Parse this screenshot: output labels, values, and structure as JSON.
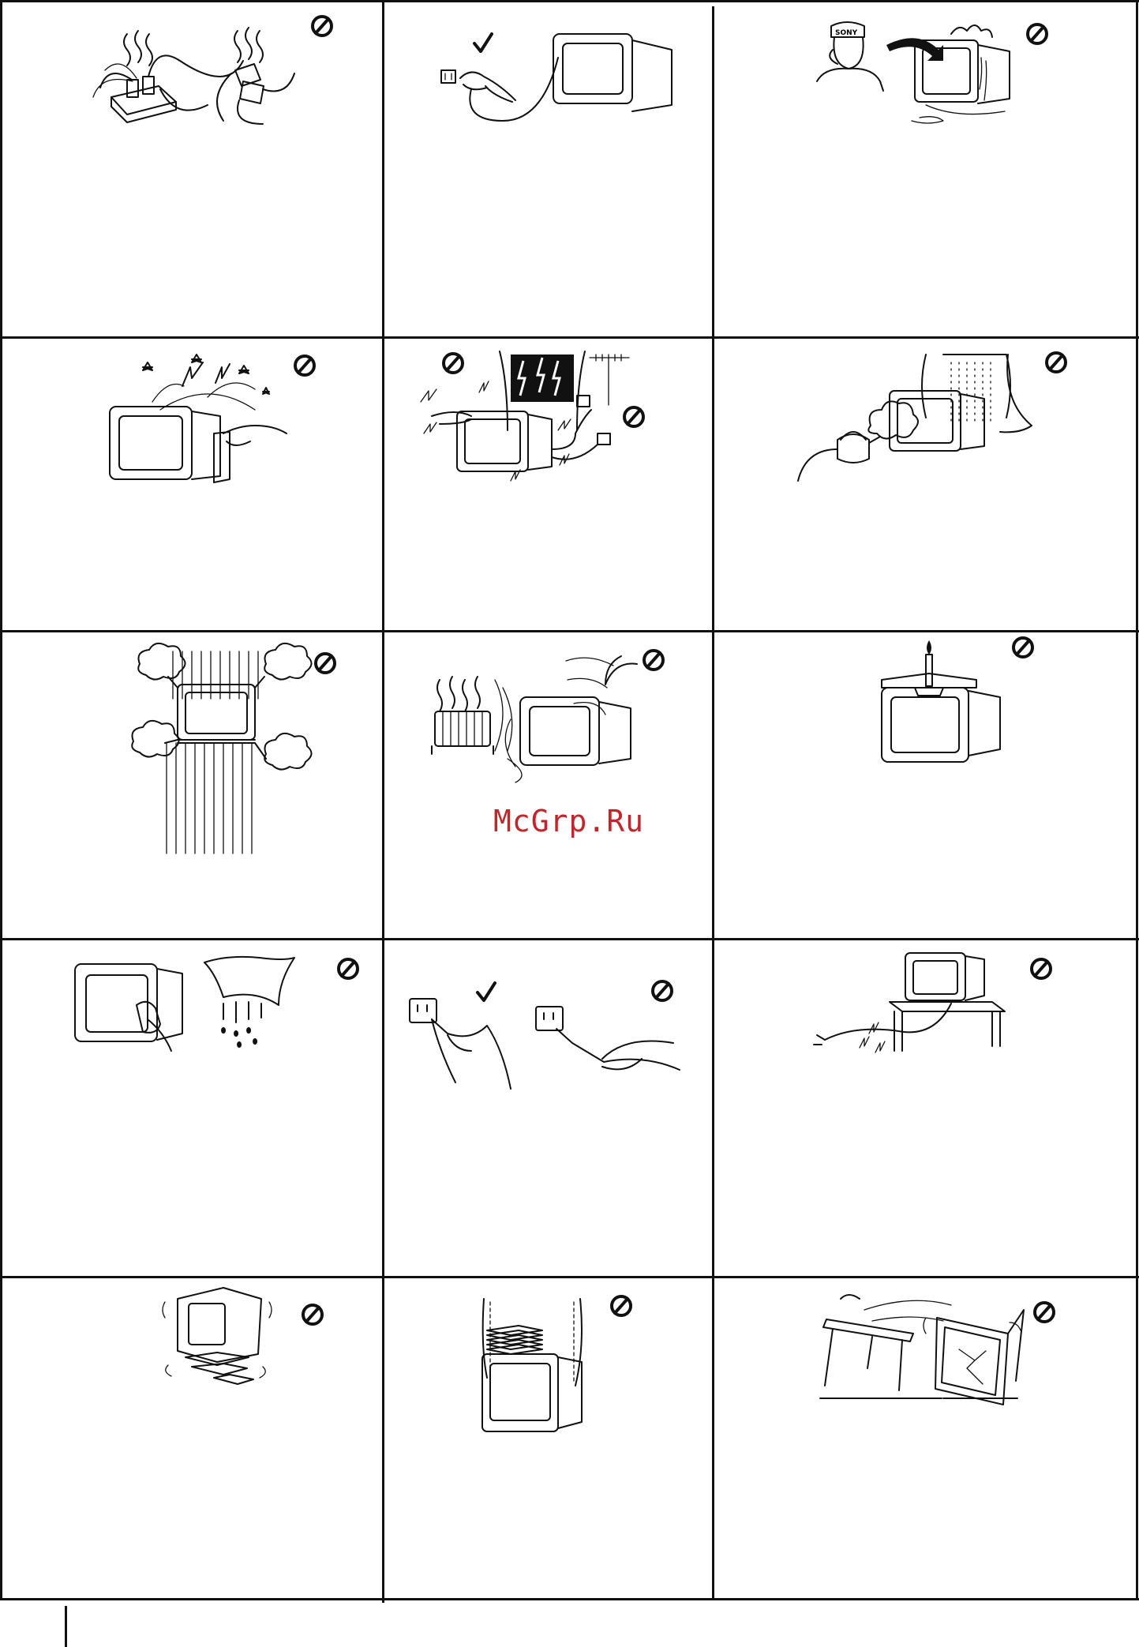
{
  "page": {
    "watermark": "McGrp.Ru",
    "watermark_color": "#c0272d"
  },
  "illustrations": [
    {
      "row": 1,
      "col": 1,
      "subject": "overloaded-outlet",
      "symbol": "prohibited"
    },
    {
      "row": 1,
      "col": 2,
      "subject": "unplug-from-outlet",
      "symbol": "allowed"
    },
    {
      "row": 1,
      "col": 3,
      "subject": "call-service-technician",
      "symbol": "prohibited",
      "label": "SONY"
    },
    {
      "row": 2,
      "col": 1,
      "subject": "do-not-open-cabinet",
      "symbol": "prohibited"
    },
    {
      "row": 2,
      "col": 2,
      "subject": "lightning-storm",
      "symbol": "prohibited"
    },
    {
      "row": 2,
      "col": 3,
      "subject": "humidity-and-steam",
      "symbol": "prohibited"
    },
    {
      "row": 3,
      "col": 1,
      "subject": "blocked-ventilation",
      "symbol": "prohibited"
    },
    {
      "row": 3,
      "col": 2,
      "subject": "heat-and-sunlight",
      "symbol": "prohibited"
    },
    {
      "row": 3,
      "col": 3,
      "subject": "candle-on-top",
      "symbol": "prohibited"
    },
    {
      "row": 4,
      "col": 1,
      "subject": "wet-cloth-cleaning",
      "symbol": "prohibited"
    },
    {
      "row": 4,
      "col": 2,
      "subject": "pull-by-plug-not-cord",
      "symbol": "prohibited"
    },
    {
      "row": 4,
      "col": 3,
      "subject": "damaged-power-cord",
      "symbol": "prohibited"
    },
    {
      "row": 5,
      "col": 1,
      "subject": "unstable-surface",
      "symbol": "prohibited"
    },
    {
      "row": 5,
      "col": 2,
      "subject": "objects-on-top",
      "symbol": "prohibited"
    },
    {
      "row": 5,
      "col": 3,
      "subject": "tv-falling-from-table",
      "symbol": "prohibited"
    }
  ],
  "icons": {
    "prohibited": "prohibition-icon",
    "allowed": "check-mark-icon"
  }
}
